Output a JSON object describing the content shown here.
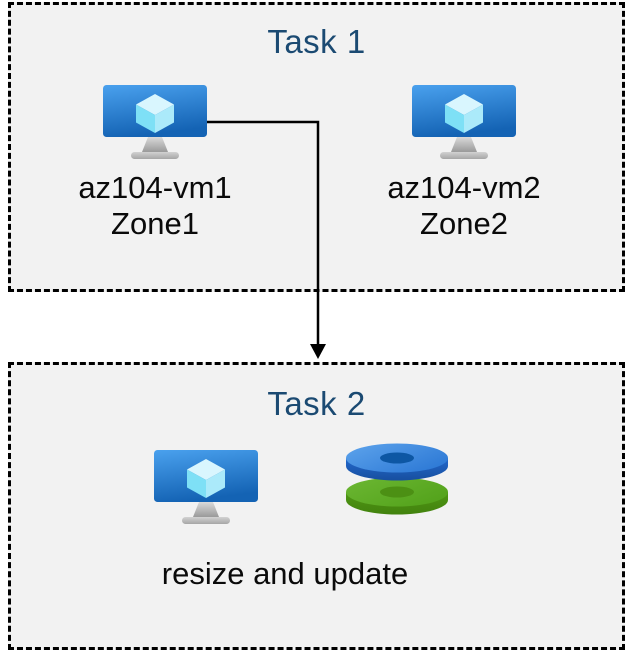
{
  "task1": {
    "title": "Task 1",
    "vms": [
      {
        "name": "az104-vm1",
        "zone": "Zone1",
        "icon": "azure-virtual-machine-icon"
      },
      {
        "name": "az104-vm2",
        "zone": "Zone2",
        "icon": "azure-virtual-machine-icon"
      }
    ]
  },
  "task2": {
    "title": "Task 2",
    "caption": "resize and update",
    "icons": [
      "azure-virtual-machine-icon",
      "azure-disks-icon"
    ]
  },
  "connector": {
    "from": "az104-vm1",
    "to": "Task 2",
    "shape": "elbow-arrow-down"
  },
  "colors": {
    "title_text": "#1B4A72",
    "body_text": "#0A0A0A",
    "box_fill": "#F2F2F2",
    "box_border": "#000000",
    "vm_screen_top": "#4AA1EE",
    "vm_screen_bottom": "#1463B4",
    "disk_blue": "#3B85DE",
    "disk_green": "#5FAE27"
  }
}
